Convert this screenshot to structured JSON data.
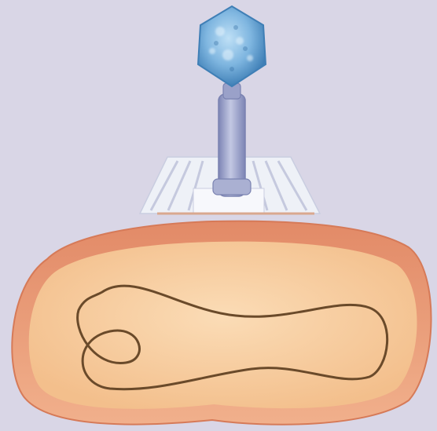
{
  "figure": {
    "subject": "bacteriophage-attached-to-bacterium",
    "parts": [
      "phage-head",
      "phage-tail-sheath",
      "phage-tail-fibers",
      "bacterial-cell-wall",
      "bacterial-cytoplasm",
      "bacterial-chromosome"
    ]
  },
  "colors": {
    "background": "#d9d6e6",
    "phage_head": "#7fb6e0",
    "phage_head_dark": "#3f7fb6",
    "tail": "#9fa6cc",
    "tail_dark": "#6f77a8",
    "tail_fibers": "#f2f4f8",
    "cell_wall": "#e9a07c",
    "cell_wall_dark": "#d9805f",
    "cytoplasm": "#f6c99a",
    "cytoplasm_light": "#f9d7b0",
    "chromosome": "#6a4a2a"
  }
}
